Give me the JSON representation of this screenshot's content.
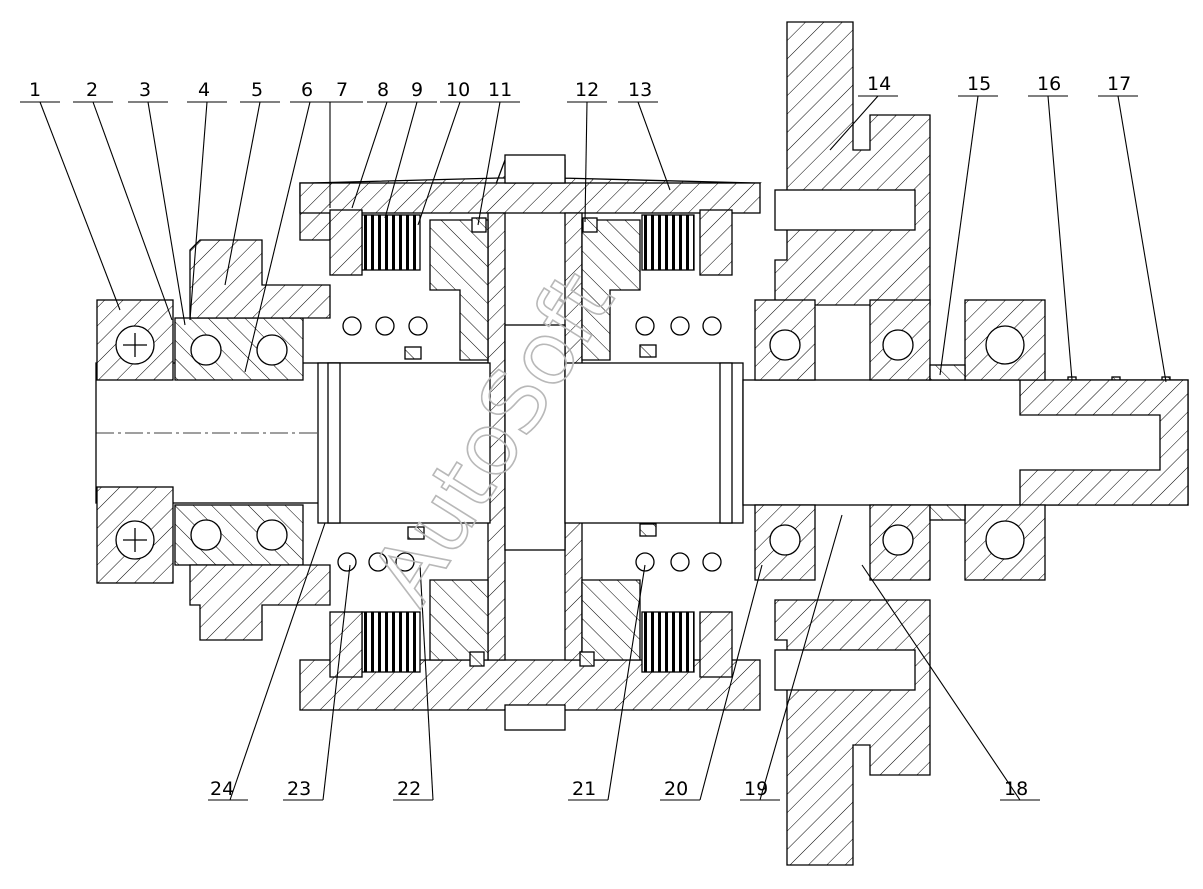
{
  "diagram": {
    "callouts_top": [
      "1",
      "2",
      "3",
      "4",
      "5",
      "6",
      "7",
      "8",
      "9",
      "10",
      "11",
      "12",
      "13",
      "14",
      "15",
      "16",
      "17"
    ],
    "callouts_bottom": [
      "24",
      "23",
      "22",
      "21",
      "20",
      "19",
      "18"
    ]
  },
  "watermark": {
    "text": "AutoSoft",
    "color": "#b8b8b8"
  },
  "colors": {
    "line": "#000000",
    "background": "#ffffff"
  }
}
